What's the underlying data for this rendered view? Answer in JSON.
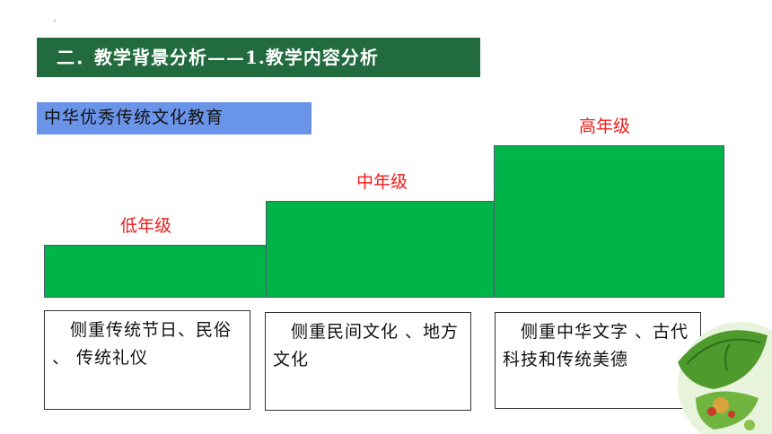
{
  "header": {
    "title": "二．教学背景分析——1.教学内容分析"
  },
  "subject": {
    "label": "中华优秀传统文化教育"
  },
  "levels": [
    {
      "name": "低年级",
      "focus": "　侧重传统节日、民俗 、 传统礼仪"
    },
    {
      "name": "中年级",
      "focus": "　侧重民间文化 、地方文化"
    },
    {
      "name": "高年级",
      "focus": "　侧重中华文字 、古代科技和传统美德"
    }
  ],
  "colors": {
    "title_bg": "#216b3e",
    "subject_bg": "#6a94e8",
    "step_fill": "#00b44a",
    "level_text": "#ee1c1c"
  }
}
